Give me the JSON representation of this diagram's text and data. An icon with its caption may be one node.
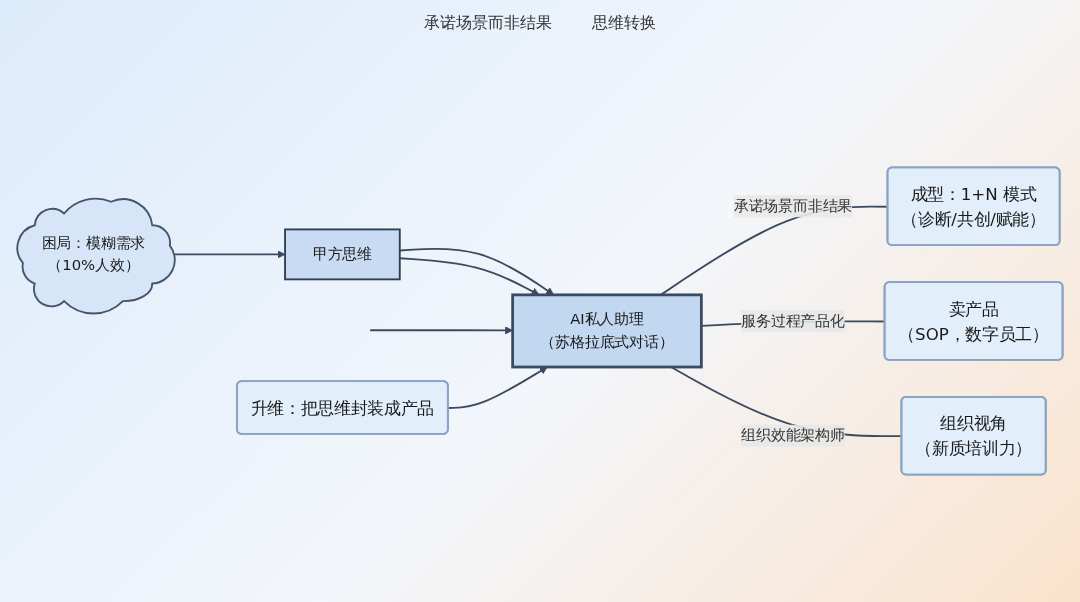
{
  "diagram": {
    "nodes": [
      {
        "text": [
          "困局：模糊需求",
          "（10%人效）"
        ]
      },
      {
        "text": [
          "甲方思维"
        ]
      },
      {
        "text": [
          "AI私人助理",
          "（苏格拉底式对话）"
        ]
      },
      {
        "text": [
          "成型：1+N 模式",
          "（诊断/共创/赋能）"
        ]
      },
      {
        "text": [
          "卖产品",
          "（SOP，数字员工）"
        ]
      },
      {
        "text": [
          "组织视角",
          "（新质培训力）"
        ]
      },
      {
        "text": [
          "升维：把思维封装成产品"
        ]
      }
    ],
    "edges": [
      {
        "from": 0,
        "to": 1,
        "arrow": "to"
      },
      {
        "from": 1,
        "to": 2,
        "arrow": "to"
      },
      {
        "from": 1,
        "to": 2,
        "arrow": "to"
      },
      {
        "from": null,
        "to": 2,
        "arrow": "to"
      },
      {
        "from": 2,
        "to": 3,
        "label": "承诺场景而非结果",
        "arrow": "none"
      },
      {
        "from": 2,
        "to": 4,
        "label": "服务过程产品化",
        "arrow": "none"
      },
      {
        "from": 2,
        "to": 5,
        "label": "组织效能架构师",
        "arrow": "none"
      },
      {
        "from": 6,
        "to": 2,
        "arrow": "to"
      }
    ],
    "labels": [
      "承诺场景而非结果",
      "思维转换"
    ]
  }
}
